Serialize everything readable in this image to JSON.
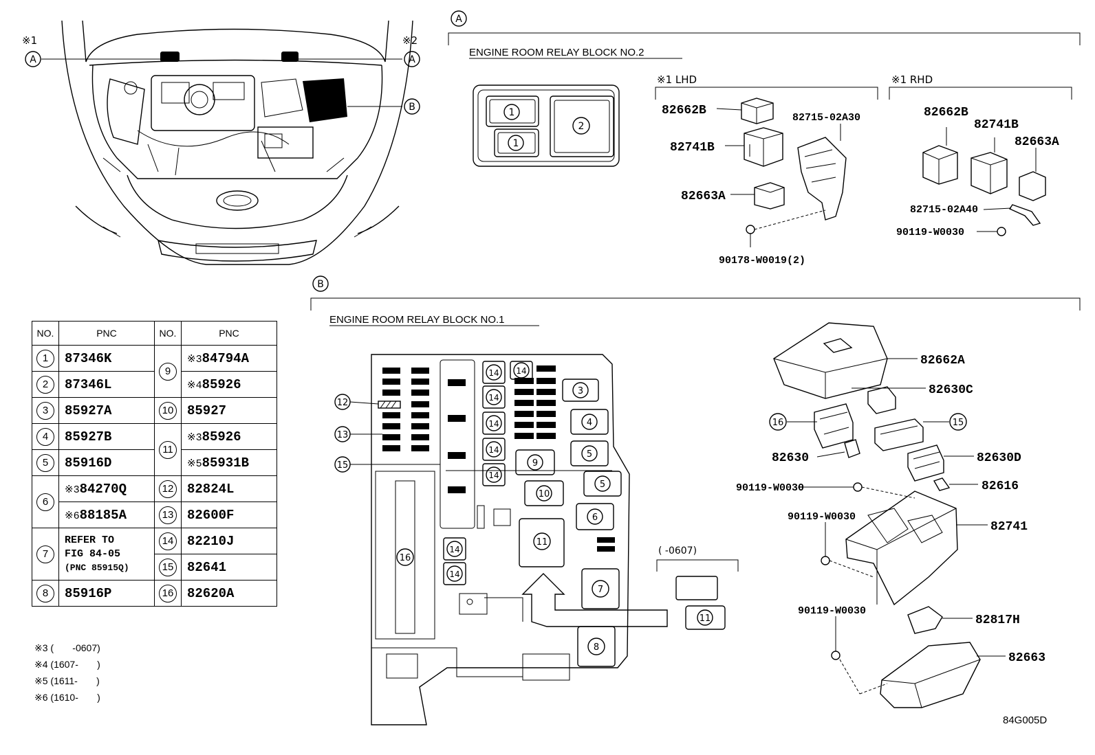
{
  "section_a": {
    "marker": "A",
    "title": "ENGINE ROOM RELAY BLOCK NO.2",
    "lhd_label": "※1 LHD",
    "rhd_label": "※1 RHD",
    "block_callouts": [
      "1",
      "1",
      "2"
    ],
    "lhd_parts": [
      "82662B",
      "82741B",
      "82663A",
      "82715-02A30",
      "90178-W0019(2)"
    ],
    "rhd_parts": [
      "82662B",
      "82741B",
      "82663A",
      "82715-02A40",
      "90119-W0030"
    ]
  },
  "vehicle": {
    "note_left": "※1",
    "note_right": "※2",
    "marker_left": "A",
    "marker_right": "A",
    "marker_b": "B"
  },
  "section_b": {
    "marker": "B",
    "title": "ENGINE ROOM RELAY BLOCK NO.1",
    "date_note": "(      -0607)",
    "left_callouts": [
      "12",
      "13",
      "15"
    ],
    "block_callouts": [
      "14",
      "14",
      "14",
      "14",
      "14",
      "14",
      "14",
      "14",
      "3",
      "4",
      "5",
      "5",
      "6",
      "7",
      "8",
      "9",
      "10",
      "11",
      "16",
      "11"
    ],
    "exploded_parts": [
      "82662A",
      "82630C",
      "16",
      "15",
      "82630",
      "82630D",
      "90119-W0030",
      "82616",
      "90119-W0030",
      "82741",
      "90119-W0030",
      "82817H",
      "82663"
    ]
  },
  "table": {
    "headers": [
      "NO.",
      "PNC",
      "NO.",
      "PNC"
    ],
    "left": [
      {
        "no": "1",
        "pnc": "87346K"
      },
      {
        "no": "2",
        "pnc": "87346L"
      },
      {
        "no": "3",
        "pnc": "85927A"
      },
      {
        "no": "4",
        "pnc": "85927B"
      },
      {
        "no": "5",
        "pnc": "85916D"
      },
      {
        "no": "6",
        "pnc_a": "84270Q",
        "mark_a": "※3",
        "pnc_b": "88185A",
        "mark_b": "※6"
      },
      {
        "no": "7",
        "ref_1": "REFER TO",
        "ref_2": "FIG 84-05",
        "ref_3": "(PNC 85915Q)"
      },
      {
        "no": "8",
        "pnc": "85916P"
      }
    ],
    "right": [
      {
        "no": "9",
        "pnc_a": "84794A",
        "mark_a": "※3",
        "pnc_b": "85926",
        "mark_b": "※4"
      },
      {
        "no": "10",
        "pnc": "85927"
      },
      {
        "no": "11",
        "pnc_a": "85926",
        "mark_a": "※3",
        "pnc_b": "85931B",
        "mark_b": "※5"
      },
      {
        "no": "12",
        "pnc": "82824L"
      },
      {
        "no": "13",
        "pnc": "82600F"
      },
      {
        "no": "14",
        "pnc": "82210J"
      },
      {
        "no": "15",
        "pnc": "82641"
      },
      {
        "no": "16",
        "pnc": "82620A"
      }
    ]
  },
  "notes": [
    "※3 (       -0607)",
    "※4 (1607-       )",
    "※5 (1611-       )",
    "※6 (1610-       )"
  ],
  "figure_code": "84G005D"
}
